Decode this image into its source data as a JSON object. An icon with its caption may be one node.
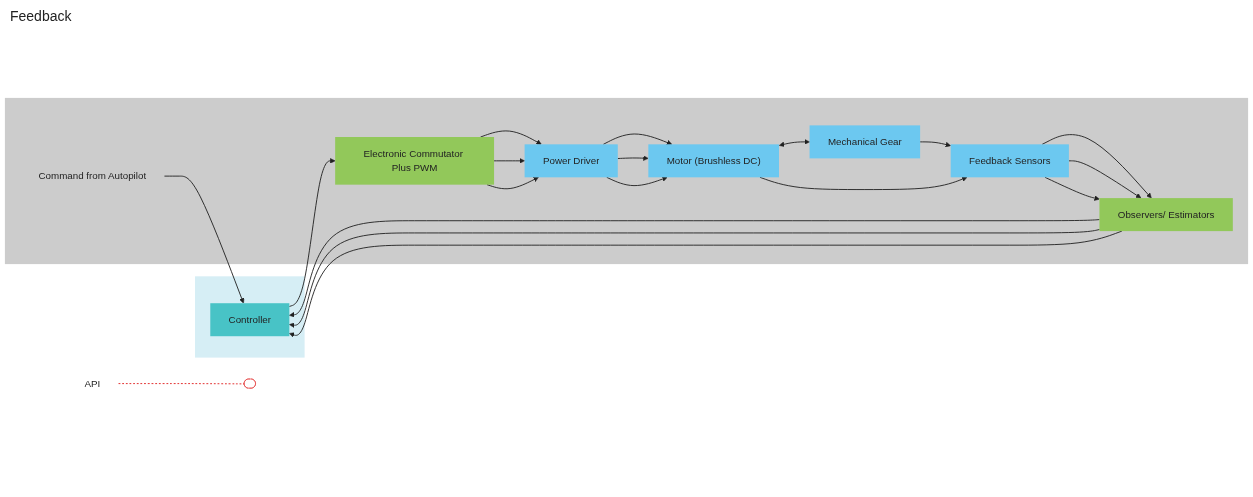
{
  "diagram": {
    "nodes": [
      {
        "text": [],
        "shape": "box"
      },
      {
        "text": [
          "Controller"
        ],
        "in": 0
      },
      {
        "text": [
          "API"
        ]
      },
      {
        "text": [],
        "shape": "ellipse"
      },
      {
        "text": [],
        "shape": "box"
      },
      {
        "text": [
          "Command from Autopilot"
        ],
        "in": 4
      },
      {
        "text": [
          "Electronic Commutator Plus PWM"
        ],
        "in": 4
      },
      {
        "text": [
          "Power Driver"
        ],
        "in": 4
      },
      {
        "text": [
          "Motor (Brushless DC)"
        ],
        "in": 4
      },
      {
        "text": [
          "Mechanical Gear"
        ],
        "in": 4
      },
      {
        "text": [
          "Observers/ Estimators"
        ],
        "in": 4
      },
      {
        "text": [
          "Feedback Sensors"
        ],
        "in": 4
      }
    ],
    "edges": [
      {
        "from": 2,
        "to": 3,
        "arrow": "none",
        "style": "dashed",
        "color": "#e02020"
      },
      {
        "from": 5,
        "to": 1,
        "arrow": "to"
      },
      {
        "from": 1,
        "to": 6,
        "arrow": "to"
      },
      {
        "from": 10,
        "to": 1,
        "arrow": "to"
      },
      {
        "from": 10,
        "to": 1,
        "arrow": "to"
      },
      {
        "from": 10,
        "to": 1,
        "arrow": "to"
      },
      {
        "from": 6,
        "to": 7,
        "arrow": "to"
      },
      {
        "from": 6,
        "to": 7,
        "arrow": "to"
      },
      {
        "from": 6,
        "to": 7,
        "arrow": "to"
      },
      {
        "from": 7,
        "to": 8,
        "arrow": "to"
      },
      {
        "from": 7,
        "to": 8,
        "arrow": "to"
      },
      {
        "from": 7,
        "to": 8,
        "arrow": "to"
      },
      {
        "from": 8,
        "to": 9,
        "arrow": "both"
      },
      {
        "from": 8,
        "to": 11,
        "arrow": "to"
      },
      {
        "from": 9,
        "to": 11,
        "arrow": "to"
      },
      {
        "from": 11,
        "to": 10,
        "arrow": "to"
      },
      {
        "from": 11,
        "to": 10,
        "arrow": "to"
      },
      {
        "from": 11,
        "to": 10,
        "arrow": "to"
      }
    ],
    "labels": [
      "Feedback"
    ]
  }
}
